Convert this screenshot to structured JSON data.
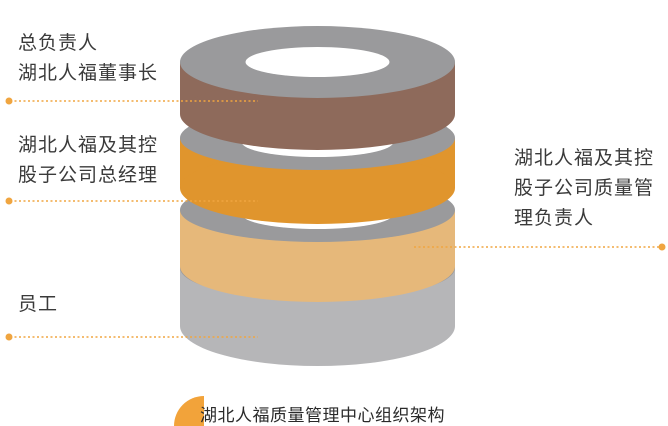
{
  "layers": [
    {
      "key": "chairman",
      "lines": [
        "总负责人",
        "湖北人福董事长"
      ],
      "color": "#8e6a5b"
    },
    {
      "key": "general-manager",
      "lines": [
        "湖北人福及其控",
        "股子公司总经理"
      ],
      "color": "#e0952d"
    },
    {
      "key": "quality-manager",
      "lines": [
        "湖北人福及其控",
        "股子公司质量管",
        "理负责人"
      ],
      "color": "#e6b87a"
    },
    {
      "key": "staff",
      "lines": [
        "员工"
      ],
      "color": "#b6b6b8"
    }
  ],
  "caption": "湖北人福质量管理中心组织架构",
  "colors": {
    "ring_top": "#9a9a9c",
    "ring_hole": "#ffffff",
    "connector": "#f0a540",
    "caption_tab": "#f2a33a"
  }
}
